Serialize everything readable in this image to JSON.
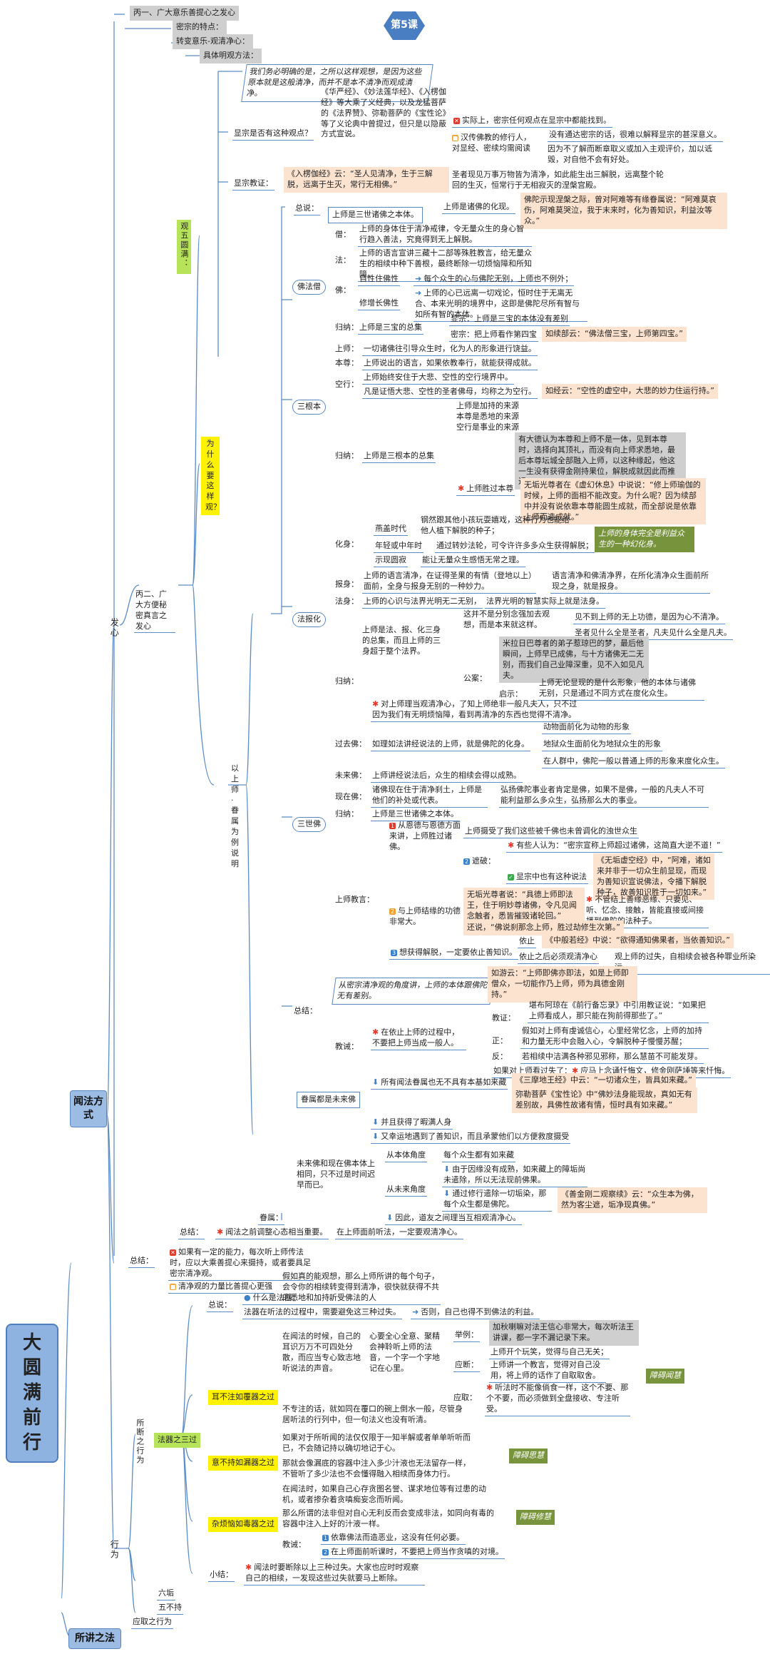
{
  "badge": "第5课",
  "top_sections": [
    "丙一、广大意乐善提心之发心",
    "密宗的特点：",
    "转变意乐-观清净心：",
    "具体明观方法："
  ],
  "root": "大圆满前行",
  "l1": {
    "read": "闻法方式",
    "teach": "所讲之法"
  },
  "l2": {
    "mind": "发心",
    "act": "行为",
    "concl": "总结："
  },
  "mind": {
    "general": "丙二、广大方便秘密真言之发心",
    "five": "观五圆满：",
    "why": "为什么要这样观？",
    "example": "以上师·眷属为例说明"
  },
  "why": {
    "intro": "我们务必明确的是，之所以这样观想，是因为这些原本就是这般清净，而并不是本不清净而观成清净。",
    "q1": "显宗是否有这种观点？",
    "q1_text": "《华严经》、《妙法莲华经》、《入楞伽经》等大乘了义经典，以及龙猛菩萨的《法界赞》、弥勒菩萨的《宝性论》等了义论典中曾提过，但只是以隐蔽方式宣说。",
    "q1_r1": "实际上，密宗任何观点在显宗中都能找到。",
    "q1_r2": "汉传佛教的修行人，对显经、密续均需阅读",
    "q1_r2a": "没有通达密宗的话，很难以解释显宗的甚深意义。",
    "q1_r2b": "因为不了解而断章取义或加入主观评价，加以诋毁，对自他不会有好处。",
    "q2": "显宗教证：",
    "q2_quote": "《入楞伽经》云：“圣人见清净，生于三解脱，远离于生灭，常行无相佛。”",
    "q2_text": "圣者现见万事万物皆为清净，如此能生出三解脱，远离整个轮回的生灭，恒常行于无相寂灭的涅槃宫殿。"
  },
  "guru": {
    "zongshuo": "总说：",
    "zs1": "上师是三世诸佛之本体。",
    "zs2": "上师是诸佛的化现。",
    "zs3": "佛陀示现涅槃之际，曾对阿难等有缘眷属说：“阿难莫哀伤，阿难莫哭泣，我于末来时，化为善知识，利益汝等众。”",
    "fofasengl": "佛法僧",
    "seng": "僧：",
    "seng_t": "上师的身体住于清净戒律，令无量众生的身心智行趋入善法，究竟得到无上解脱。",
    "fa": "法：",
    "fa_t": "上师的语言宣讲三藏十二部等殊胜教言，给无量众生的相续中种下善根，最终断除一切烦恼障和所知障。",
    "fo": "佛：",
    "fo_a": "自性住佛性",
    "fo_a2": "每个众生的心与佛陀无别，上师也不例外；",
    "fo_b": "修增长佛性",
    "fo_b2": "上师的心已远离一切戏论，恒时住于无离无合、本来光明的境界中，这即是佛陀尽所有智与如所有智的本体。",
    "gui": "归纳：",
    "gui_t": "上师是三宝的总集",
    "xian": "显宗：上师是三宝的本体没有差别",
    "mi": "密宗：把上师看作第四宝",
    "mi_q": "如续部云：“佛法僧三宝，上师第四宝。”",
    "sangen": "三根本",
    "sg1": "上师：",
    "sg1_t": "一切诸佛往引导众生时，化为人的形象进行饶益。",
    "sg2": "本尊：",
    "sg2_t": "上师说出的语言，如果依教奉行，就能获得成就。",
    "sg3": "空行：",
    "sg3_a": "上师始终安住于大悲、空性的空行境界中。",
    "sg3_b": "凡是证悟大悲、空性的圣者佛母，均称之为空行。",
    "sg3_q": "如经云：“空性的虚空中，大悲的妙力住运行持。”",
    "sg4": "归纳：",
    "sg4_t": "上师是三根本的总集",
    "sg4_list": "上师是加持的来源\n本尊是悉地的来源\n空行是事业的来源",
    "sg4_n": "有大德认为本尊和上师不是一体，见到本尊时，选择向其顶礼，而没有向上师求悉地，最后本尊坛城全部融入上师，以这种缘起，他这一生没有获得金刚持果位，解脱成就因此而推迟。",
    "sg4_z": "上师胜过本尊",
    "sg4_z2": "无垢光尊者在《虚幻休息》中说说：“修上师瑜伽的时候，上师的面相不能改变。为什么呢？因为续部中并没有说依靠本尊能圆生成就，而全部说是依靠上师而造成就。”",
    "fabaohua": "法报化",
    "hua": "化身：",
    "hua1": "燕盖时代",
    "hua1b": "钢然跟其他小孩玩耍嬉戏，这种行为也能给他人植下解脱的种子；",
    "hua2": "年轻或中年时",
    "hua2b": "通过转妙法轮，可令许许多多众生获得解脱；",
    "hua3": "示现圆寂",
    "hua3b": "能让无量众生感悟无常之理。",
    "hua_note": "上师的身体完全是利益众生的一种幻化身。",
    "bao": "报身：",
    "bao_t": "上师的语言清净，在证得圣果的有情（登地以上）面前，全身与报身无别的一种妙力。",
    "bao_t2": "语言清净和佛清净界，在所化清净众生面前所现之身，就是报身。",
    "fashen": "法身：",
    "fashen_t": "上师的心识与法界光明无二无别，",
    "fashen_t2": "法界光明的智慧实际上就是法身。",
    "gui2": "归纳：",
    "gui2_a": "上师是法、报、化三身的总集，而且上师的三身超于整个法界。",
    "gui2_b": "这并不是分别念强加去观想，而是本来就这样。",
    "gui2_c": "见不到上师的无上功德，是因为心不清净。",
    "gui2_d": "圣者见什么全是圣者，凡夫见什么全是凡夫。",
    "gui2_e": "米拉日巴尊者的弟子惹琼巴的梦，最后他瞬间，上师早已成佛，与十方诸佛无二无别，而我们自己业障深重，见不入如见凡夫。",
    "gonga": "公案：",
    "qishi": "启示：",
    "qishi_t": "上师无论显现的是什么形象，他的本体与诸佛无别，只是通过不同方式在度化众生。",
    "gui2_f": "对上师理当观清净心，了知上师绝非一般凡夫人，只不过因为我们有无明烦恼障，看到再清净的东西也觉得不清净。",
    "sanshifo": "三世佛",
    "guo": "过去佛：",
    "guo_t": "如理如法讲经说法的上师，就是佛陀的化身。",
    "guo_a": "动物面前化为动物的形象",
    "guo_b": "地狱众生面前化为地狱众生的形象",
    "guo_c": "在人群中，佛陀一般以普通上师的形象来度化众生。",
    "wei": "未来佛：",
    "wei_t": "上师讲经说法后，众生的相续会得以成熟。",
    "xian2": "现在佛：",
    "xian2_t": "诸佛现在住于清净刹土，上师是他们的补处或代表。",
    "xian2_t2": "弘扬佛陀事业者肯定是佛，如果不是佛，一般的凡夫人不可能利益那么多众生，弘扬那么大的事业。",
    "gui3": "归纳：",
    "gui3_t": "上师是三世诸佛之本体。",
    "jiao": "上师教言：",
    "j1": "从恩德与恩德方面来讲，上师胜过诸佛。",
    "j1a": "上师摄受了我们这些被千佛也未曾调化的浊世众生",
    "j1b": "有些人认为：“密宗宣称上师超过诸佛，这简直大逆不道！”",
    "j1c": "《无垢虚空经》中，“阿难，诸如来并非于一切众生前显现，而现为善知识宣说佛法，令播下解脱种子，故善知识胜于一切如来。”",
    "j1d": "显宗中也有这种说法",
    "yuanzheng": "遮破：",
    "j2": "与上师结缘的功德非常大。",
    "j2a": "无垢光尊者说：“具德上师即法王，住于明妙尊诸佛，令凡见闻念触者，悉皆摧毁诸轮回。”",
    "j2b": "不管结上善缘恶缘、只要见、听、忆念、接触，皆能直接或间接播到佛陀的法种子。",
    "j2c": "还说，“佛说刹那念上师，胜过劫修生次第。”",
    "j3": "想获得解脱，一定要依止善知识。",
    "j3a": "依止",
    "j3b": "《中般若经》中说：“欲得通知佛果者，当依善知识。”",
    "j3c": "依止之后必须观清净心",
    "j3d": "观上师的过失，自相续会被各种罪业所染污。",
    "zj": "总结：",
    "zj1": "从密宗清净观的角度讲，上师的本体跟佛陀无有差别。",
    "zj_q": "如游云：“上师即佛亦即法，如是上师即僧众，一切能作乃上师，师为具德金刚持。”",
    "jl": "教诫：",
    "jl1": "在依止上师的过程中，不要把上师当成一般人。",
    "jy": "教证：",
    "jy_t": "堪布阿琼在《前行备忘录》中引用教证说：“如果把上师看成人，那只能在狗前得那些了。”",
    "zheng": "正：",
    "zheng_t": "假如对上师有虔诚信心，心里经常忆念，上师的加持和力量无形中会融入心，令解脱种子慢慢苏醒；",
    "fan": "反：",
    "fan_t": "若相续中洁满各种邪见邪称，那么慧苗不可能发芽。",
    "fan2": "如果对上师看过失了：",
    "fan2_t": "应马上念诵忏悔文，修金刚萨埵等来忏悔。",
    "shu": "眷属：",
    "shu1": "眷属都是未来佛",
    "shu_a": "所有闻法眷属也无不具有本基如来藏",
    "shu_a1": "《三摩地王经》中云：“一切诸众生，皆具如来藏。”",
    "shu_a2": "弥勒菩萨《宝性论》中“佛妙法身能现故，真如无有差别故，具佛性故诸有情，恒时具有如来藏。”",
    "shu_b": "并且获得了暇满人身",
    "shu_c": "又幸运地遇到了善知识，而且承蒙他们以方便救度摄受",
    "shu2": "未来佛和现在佛本体上相同，只不过是时间迟早而已。",
    "shu2a": "从本体角度",
    "shu2a1": "每个众生都有如来藏",
    "shu2b": "从未来角度",
    "shu2b1": "由于因缘没有成熟，如来藏上的障垢尚未遣除，所以无法现前佛果。",
    "shu2b2": "通过修行遣除一切垢染，那每个众生都是佛陀。",
    "shu2b3": "《善金刚二观察续》云：“众生本为佛，然为客尘遮，垢净现真佛。”",
    "shu2c": "因此，道友之间理当互相观清净心。"
  },
  "mind_concl": {
    "zj": "总结：",
    "z1": "闻法之前调整心态相当重要。",
    "z2": "在上师面前听法，一定要观清净心。"
  },
  "all_concl": {
    "a": "如果有一定的能力，每次听上师传法时，应以大乘善提心来摄持，或者要具足密宗清净观。",
    "b": "清净观的力量比善提心更强",
    "b1": "假如真的能观想，那么上师所讲的每个句子，会令你的相续转变得到清净，很快就获得不共的悉地和加持。"
  },
  "act": {
    "suoduan": "所断之行为",
    "faqi": "法器之三过",
    "zongshuo": "总说：",
    "zs_q": "什么是法器：",
    "zs_a": "听受佛法的人",
    "zs2": "法器在听法的过程中，需要避免这三种过失。",
    "zs2a": "否则，自己也得不到佛法的利益。",
    "g1": "耳不注如覆器之过",
    "g1a": "在闻法的时候，自己的耳识万万不可四处分散，而应当专心致志地听说法的声音。",
    "g1b": "心要全心全意、聚精会神聆听上师的法音，一个字一个字地记在心里。",
    "eg": "举例：",
    "eg_t": "加秋喇嘛对法王信心非常大，每次听法王讲课，都一字不漏记录下来。",
    "ying": "应断：",
    "ying1": "上师开个玩笑，觉得与自己无关；",
    "ying2": "上师讲一个教言，觉得对自己没用，将上师的话作了自取取舍。",
    "yq": "应取：",
    "yq_t": "听法时不能像倘食一样，这个不要、那个不要，而必须做到全盘接收、专注听受。",
    "g1b2": "不专注的话，就如同在覆口的碗上倒水一般，尽管身居听法的行列中，但一句法义也没有听清。",
    "zhang1": "障碍闻慧",
    "g2": "意不持如漏器之过",
    "g2a": "如果对于所听闻的法仅仅限于一知半解或者单单听听而已，不会随记持以确切地记于心。",
    "g2b": "那就会像漏底的容器中注入多少汁液也无法留存一样，不管听了多少法也不会懂得融入相续而身体力行。",
    "zhang2": "障碍思慧",
    "g3": "杂烦恼如毒器之过",
    "g3a": "在闻法时，如果自己心存贪图名誉、谋求地位等有过患的动机，或者掺杂着贪嗔痴妄念而听闻。",
    "g3b": "那么所谓的法非但对自心无利反而会变成非法，如同向有毒的容器中注入上好的汁液一样。",
    "jie": "教诫：",
    "jie1": "依靠佛法而造恶业，这没有任何必要。",
    "jie2": "在上师面前听课时，不要把上师当作贪嗔的对境。",
    "zhang3": "障碍修慧",
    "xj": "小结：",
    "xj_t": "闻法时要断除以上三种过失。大家也应时时观察自己的相续，一发现这些过失就要马上断除。",
    "liugou": "六垢",
    "wubuchi": "五不持",
    "yingqu": "应取之行为"
  }
}
